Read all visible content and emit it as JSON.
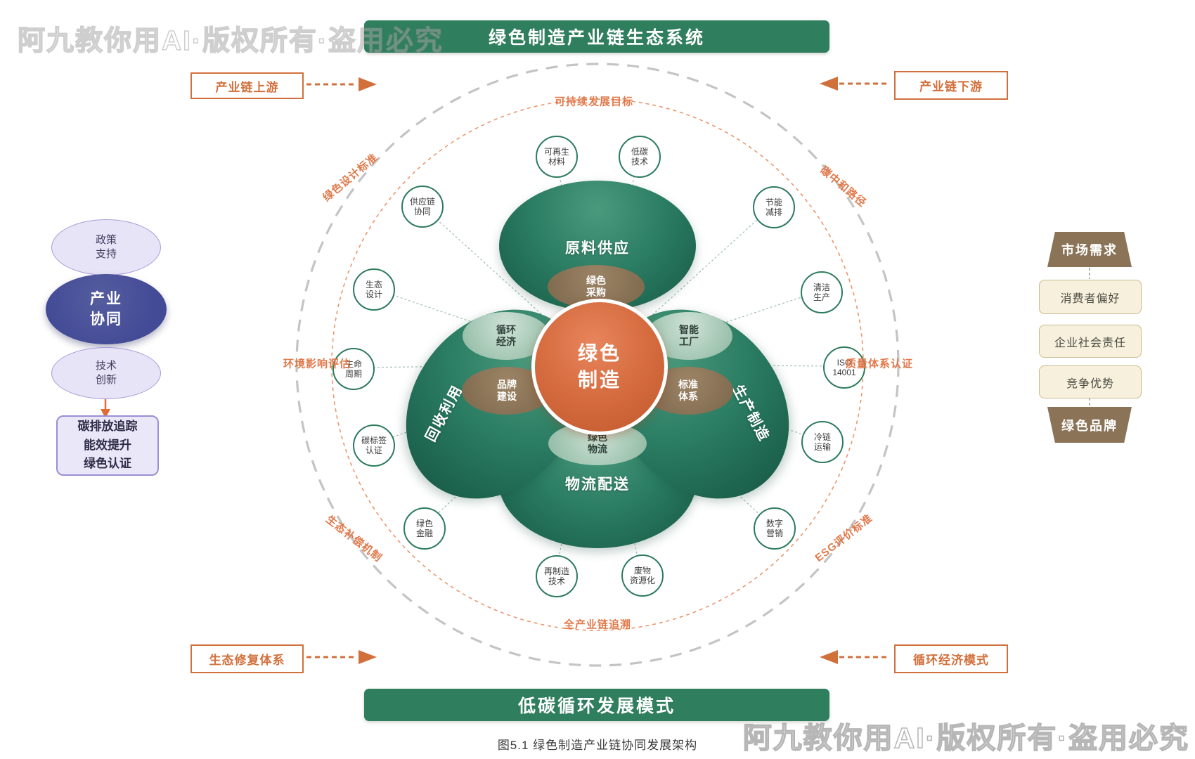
{
  "watermarks": {
    "top": "阿九教你用AI·版权所有·盗用必究",
    "bottom": "阿九教你用AI·版权所有·盗用必究"
  },
  "header_banner": "绿色制造产业链生态系统",
  "footer_banner": "低碳循环发展模式",
  "caption": "图5.1 绿色制造产业链协同发展架构",
  "corner_links": {
    "top_left": "产业链上游",
    "top_right": "产业链下游",
    "bottom_left": "生态修复体系",
    "bottom_right": "循环经济模式"
  },
  "center": {
    "line1": "绿色",
    "line2": "制造"
  },
  "petals": {
    "top": "原料供应",
    "right": "生产制造",
    "bottom": "物流配送",
    "left": "回收利用"
  },
  "inner_ellipses": [
    {
      "id": "green-procurement",
      "line1": "绿色",
      "line2": "采购"
    },
    {
      "id": "circular-economy",
      "line1": "循环",
      "line2": "经济"
    },
    {
      "id": "smart-factory",
      "line1": "智能",
      "line2": "工厂"
    },
    {
      "id": "brand-building",
      "line1": "品牌",
      "line2": "建设"
    },
    {
      "id": "standard-system",
      "line1": "标准",
      "line2": "体系"
    },
    {
      "id": "green-logistics",
      "line1": "绿色",
      "line2": "物流"
    }
  ],
  "ring_labels": [
    "绿色设计标准",
    "可持续发展目标",
    "碳中和路径",
    "环境影响评估",
    "质量体系认证",
    "生态补偿机制",
    "ESG评价标准",
    "全产业链追溯"
  ],
  "satellites": [
    {
      "line1": "供应链",
      "line2": "协同"
    },
    {
      "line1": "可再生",
      "line2": "材料"
    },
    {
      "line1": "低碳",
      "line2": "技术"
    },
    {
      "line1": "节能",
      "line2": "减排"
    },
    {
      "line1": "清洁",
      "line2": "生产"
    },
    {
      "line1": "ISO",
      "line2": "14001"
    },
    {
      "line1": "冷链",
      "line2": "运输"
    },
    {
      "line1": "数字",
      "line2": "营销"
    },
    {
      "line1": "废物",
      "line2": "资源化"
    },
    {
      "line1": "再制造",
      "line2": "技术"
    },
    {
      "line1": "绿色",
      "line2": "金融"
    },
    {
      "line1": "碳标签",
      "line2": "认证"
    },
    {
      "line1": "生命",
      "line2": "周期"
    },
    {
      "line1": "生态",
      "line2": "设计"
    }
  ],
  "left_flow": {
    "node1": {
      "line1": "政策",
      "line2": "支持"
    },
    "node2": {
      "line1": "产业",
      "line2": "协同"
    },
    "node3": {
      "line1": "技术",
      "line2": "创新"
    },
    "result": {
      "line1": "碳排放追踪",
      "line2": "能效提升",
      "line3": "绿色认证"
    }
  },
  "right_flow": {
    "top": "市场需求",
    "item1": "消费者偏好",
    "item2": "企业社会责任",
    "item3": "竞争优势",
    "bottom": "绿色品牌"
  },
  "colors": {
    "primary_green": "#2f7e5d",
    "petal_green": "#2a7c62",
    "accent_orange": "#d2703c",
    "center_orange": "#d3693c",
    "brown": "#8a7357",
    "lavender": "#e8e4f7",
    "indigo": "#434a96",
    "cream": "#f6f0dd"
  }
}
